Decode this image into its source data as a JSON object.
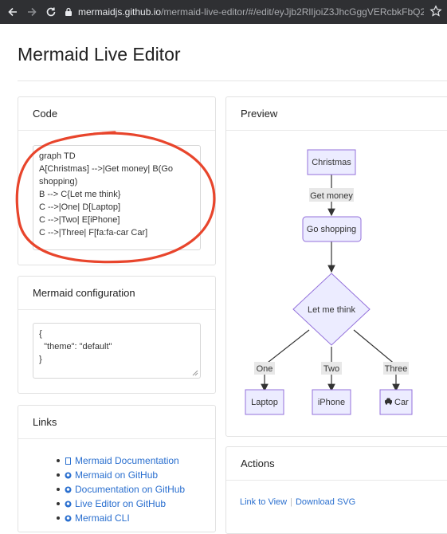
{
  "browser": {
    "url_host": "mermaidjs.github.io",
    "url_path": "/mermaid-live-editor/#/edit/eyJjb2RlIjoiZ3JhcGggVERcbkFbQ2hyaX..."
  },
  "page": {
    "title": "Mermaid Live Editor"
  },
  "code_panel": {
    "heading": "Code",
    "lines": [
      "graph TD",
      "A[Christmas] -->|Get money| B(Go shopping)",
      "B --> C{Let me think}",
      "C -->|One| D[Laptop]",
      "C -->|Two| E[iPhone]",
      "C -->|Three| F[fa:fa-car Car]"
    ]
  },
  "config_panel": {
    "heading": "Mermaid configuration",
    "lines": [
      "{",
      "  \"theme\": \"default\"",
      "}"
    ]
  },
  "links_panel": {
    "heading": "Links",
    "items": [
      {
        "label": "Mermaid Documentation",
        "icon": "book-icon"
      },
      {
        "label": "Mermaid on GitHub",
        "icon": "github-icon"
      },
      {
        "label": "Documentation on GitHub",
        "icon": "github-icon"
      },
      {
        "label": "Live Editor on GitHub",
        "icon": "github-icon"
      },
      {
        "label": "Mermaid CLI",
        "icon": "github-icon"
      }
    ]
  },
  "preview_panel": {
    "heading": "Preview",
    "diagram": {
      "nodes": {
        "christmas": "Christmas",
        "shopping": "Go shopping",
        "think": "Let me think",
        "laptop": "Laptop",
        "iphone": "iPhone",
        "car": "Car"
      },
      "edge_labels": {
        "get_money": "Get money",
        "one": "One",
        "two": "Two",
        "three": "Three"
      },
      "colors": {
        "node_fill": "#ececff",
        "node_stroke": "#9370db",
        "edge_label_bg": "#e8e8e8"
      }
    }
  },
  "actions_panel": {
    "heading": "Actions",
    "link_to_view": "Link to View",
    "separator": "|",
    "download_svg": "Download SVG"
  },
  "colors": {
    "annotation_circle": "#e8452c",
    "link": "#2a6fcf"
  }
}
